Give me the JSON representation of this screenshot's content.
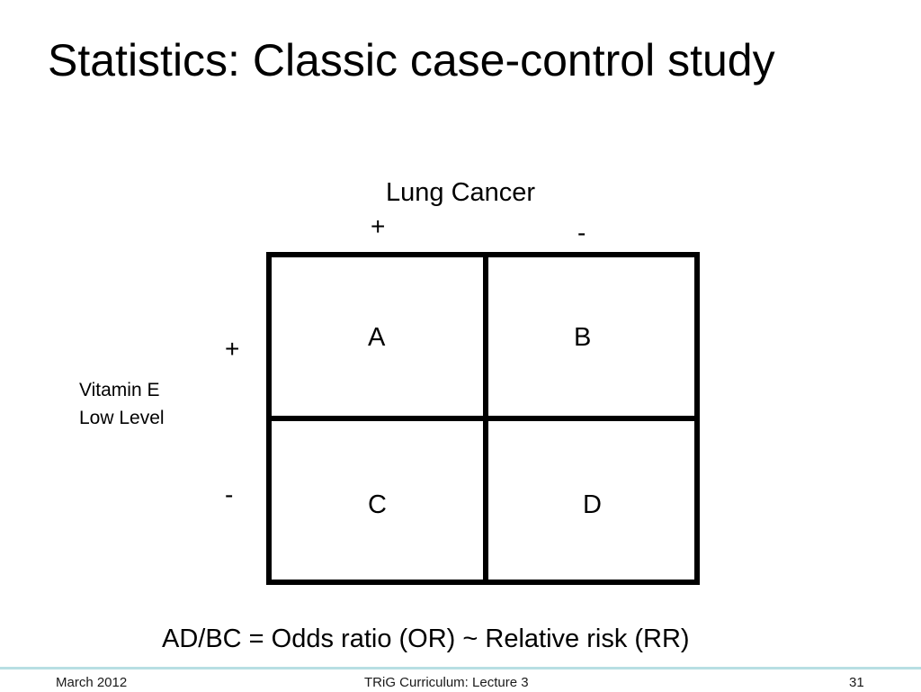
{
  "slide": {
    "title": "Statistics: Classic case-control study"
  },
  "table": {
    "column_header": "Lung Cancer",
    "column_signs": [
      "+",
      "-"
    ],
    "row_header_lines": [
      "Vitamin E",
      "Low Level"
    ],
    "row_signs": [
      "+",
      "-"
    ],
    "cells": {
      "top_left": "A",
      "top_right": "B",
      "bottom_left": "C",
      "bottom_right": "D"
    }
  },
  "formula": "AD/BC = Odds ratio (OR) ~ Relative risk (RR)",
  "footer": {
    "date": "March 2012",
    "title": "TRiG Curriculum: Lecture 3",
    "page_number": "31"
  },
  "colors": {
    "footer_rule": "#b7dfe3",
    "grid_lines": "#000000"
  }
}
